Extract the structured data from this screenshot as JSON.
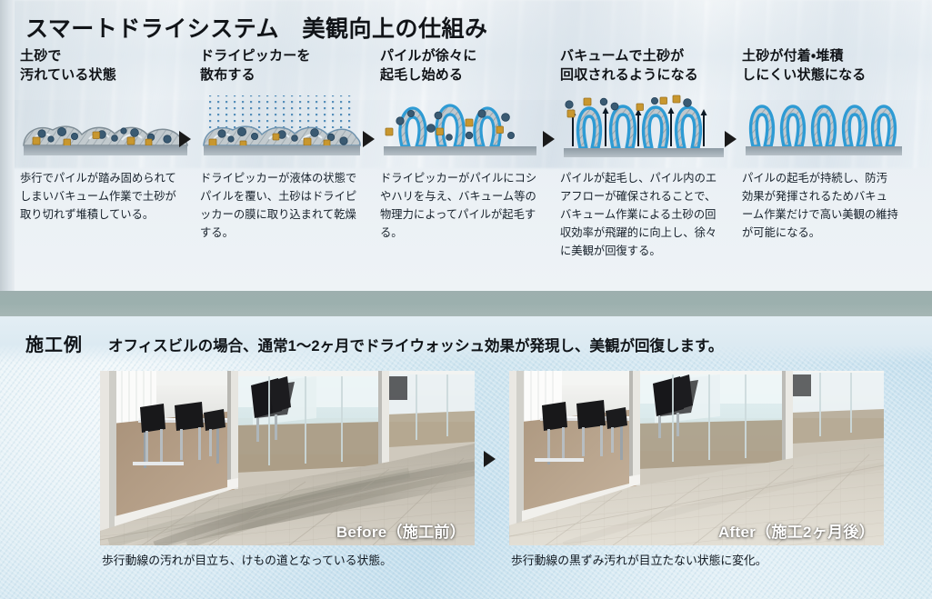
{
  "top": {
    "title": "スマートドライシステム　美観向上の仕組み",
    "steps": [
      {
        "id": "step-1",
        "title": "土砂で\n汚れている状態",
        "desc": "歩行でパイルが踏み固められてしまいバキューム作業で土砂が取り切れず堆積している。",
        "figure": "flattened-soiled-pile-diagram"
      },
      {
        "id": "step-2",
        "title": "ドライピッカーを\n散布する",
        "desc": "ドライピッカーが液体の状態でパイルを覆い、土砂はドライピッカーの膜に取り込まれて乾燥する。",
        "figure": "spray-application-diagram"
      },
      {
        "id": "step-3",
        "title": "パイルが徐々に\n起毛し始める",
        "desc": "ドライピッカーがパイルにコシやハリを与え、バキューム等の物理力によってパイルが起毛する。",
        "figure": "pile-lifting-diagram"
      },
      {
        "id": "step-4",
        "title": "バキュームで土砂が\n回収されるようになる",
        "desc": "パイルが起毛し、パイル内のエアフローが確保されることで、バキューム作業による土砂の回収効率が飛躍的に向上し、徐々に美観が回復する。",
        "figure": "vacuum-airflow-diagram"
      },
      {
        "id": "step-5",
        "title": "土砂が付着・堆積\nしにくい状態になる",
        "desc": "パイルの起毛が持続し、防汚効果が発揮されるためバキューム作業だけで高い美観の維持が可能になる。",
        "figure": "clean-upright-pile-diagram"
      }
    ]
  },
  "bottom": {
    "label": "施工例",
    "sub": "オフィスビルの場合、通常1～2ヶ月でドライウォッシュ効果が発現し、美観が回復します。",
    "photos": [
      {
        "id": "photo-before",
        "badge": "Before（施工前）",
        "caption": "歩行動線の汚れが目立ち、けもの道となっている状態。",
        "alt": "office-corridor-carpet-soiled"
      },
      {
        "id": "photo-after",
        "badge": "After（施工2ヶ月後）",
        "caption": "歩行動線の黒ずみ汚れが目立たない状態に変化。",
        "alt": "office-corridor-carpet-cleaned"
      }
    ]
  },
  "colors": {
    "pile_outline": "#2e9bd4",
    "pile_fill": "#b9c2c8",
    "soil_dark": "#3a5a72",
    "soil_tan": "#c8972f",
    "floor_base": "#6d7c88",
    "divider": "#9dafae",
    "bottom_bg": "#cde4ef",
    "text_dark": "#111418"
  }
}
